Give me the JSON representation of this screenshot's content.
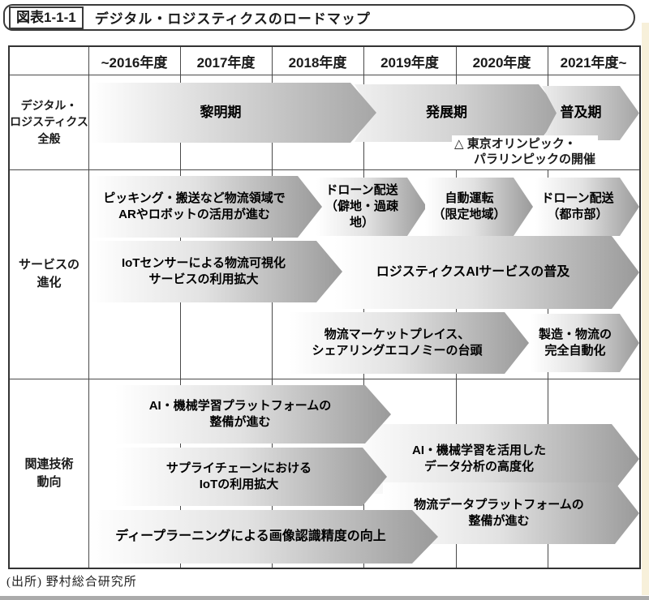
{
  "page": {
    "title_label": "図表1-1-1",
    "title_text": "デジタル・ロジスティクスのロードマップ",
    "source": "(出所) 野村総合研究所"
  },
  "table": {
    "header": [
      "~2016年度",
      "2017年度",
      "2018年度",
      "2019年度",
      "2020年度",
      "2021年度~"
    ],
    "row_labels": {
      "general": "デジタル・\nロジスティクス\n全般",
      "service": "サービスの\n進化",
      "technology": "関連技術\n動向"
    }
  },
  "roadmap": {
    "general": {
      "phase1": {
        "text": "黎明期",
        "start": "~2016年度",
        "end": "2018年度"
      },
      "phase2": {
        "text": "発展期",
        "start": "2019年度",
        "end": "2020年度"
      },
      "phase3": {
        "text": "普及期",
        "start": "2021年度~",
        "end": "2021年度~"
      },
      "note": {
        "line1": "△ 東京オリンピック・",
        "line2": "パラリンピックの開催"
      }
    },
    "service": {
      "picking": {
        "text": "ピッキング・搬送など物流領域で\nARやロボットの活用が進む",
        "start": "~2016年度",
        "end": "2018年度"
      },
      "drone_rural": {
        "text": "ドローン配送\n（僻地・過疎地）",
        "start": "2018年度",
        "end": "2019年度"
      },
      "autonomous": {
        "text": "自動運転\n（限定地域）",
        "start": "2020年度",
        "end": "2020年度"
      },
      "drone_urban": {
        "text": "ドローン配送\n（都市部）",
        "start": "2021年度~",
        "end": "2021年度~"
      },
      "iot_sensor": {
        "text": "IoTセンサーによる物流可視化\nサービスの利用拡大",
        "start": "~2016年度",
        "end": "2018年度"
      },
      "logistics_ai": {
        "text": "ロジスティクスAIサービスの普及",
        "start": "2018年度",
        "end": "2021年度~"
      },
      "marketplace": {
        "text": "物流マーケットプレイス、\nシェアリングエコノミーの台頭",
        "start": "2018年度",
        "end": "2020年度"
      },
      "full_automation": {
        "text": "製造・物流の\n完全自動化",
        "start": "2021年度~",
        "end": "2021年度~"
      }
    },
    "technology": {
      "ai_platform": {
        "text": "AI・機械学習プラットフォームの\n整備が進む",
        "start": "~2016年度",
        "end": "2018年度"
      },
      "ai_analysis": {
        "text": "AI・機械学習を活用した\nデータ分析の高度化",
        "start": "2018年度",
        "end": "2021年度~"
      },
      "supply_chain_iot": {
        "text": "サプライチェーンにおける\nIoTの利用拡大",
        "start": "~2016年度",
        "end": "2018年度"
      },
      "data_platform": {
        "text": "物流データプラットフォームの\n整備が進む",
        "start": "2019年度",
        "end": "2021年度~"
      },
      "deep_learning": {
        "text": "ディープラーニングによる画像認識精度の向上",
        "start": "~2016年度",
        "end": "2019年度"
      }
    }
  },
  "colors": {
    "arrow_gradient_start": "#ffffff",
    "arrow_gradient_end": "#9a9a9a",
    "border": "#333333",
    "grid": "#4a4a4a",
    "page_edge": "#f7f0da"
  }
}
